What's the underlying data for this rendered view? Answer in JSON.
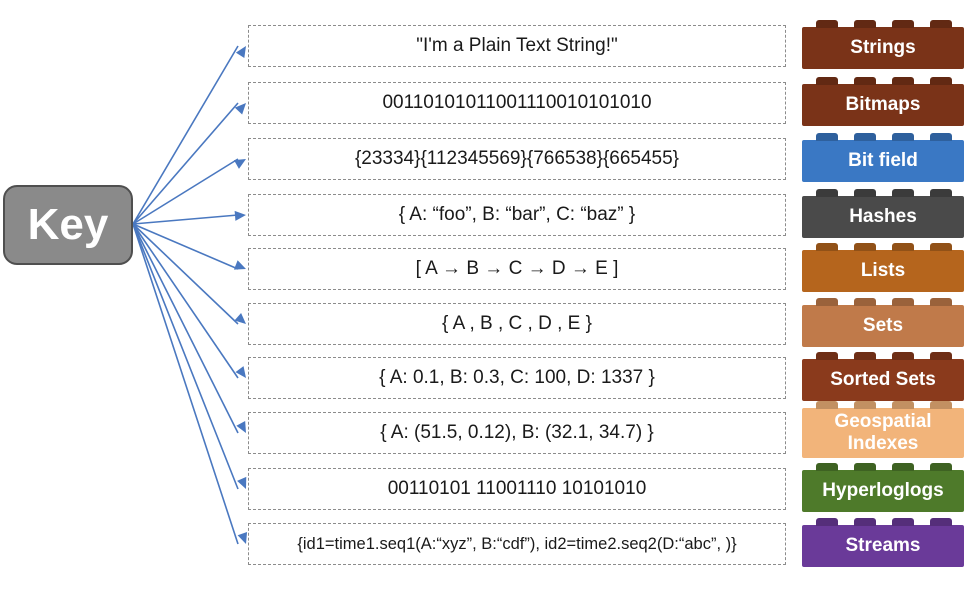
{
  "key": {
    "label": "Key"
  },
  "rows": [
    {
      "value": "\"I'm a Plain Text String!\"",
      "type": "Strings",
      "color": "#7a3318"
    },
    {
      "value": "00110101011001110010101010",
      "type": "Bitmaps",
      "color": "#7a3318"
    },
    {
      "value": "{23334}{112345569}{766538}{665455}",
      "type": "Bit field",
      "color": "#3a78c4"
    },
    {
      "value": "{ A: “foo”, B: “bar”, C: “baz”  }",
      "type": "Hashes",
      "color": "#4a4a4a"
    },
    {
      "value": "[ A → B → C → D → E ]",
      "type": "Lists",
      "color": "#b5651d"
    },
    {
      "value": "{  A , B , C , D , E  }",
      "type": "Sets",
      "color": "#c07a4a"
    },
    {
      "value": "{ A: 0.1, B: 0.3, C: 100, D: 1337 }",
      "type": "Sorted Sets",
      "color": "#8a3a1c"
    },
    {
      "value": "{ A: (51.5, 0.12), B: (32.1, 34.7)  }",
      "type": "Geospatial Indexes",
      "color": "#f2b47a"
    },
    {
      "value": "00110101 11001110 10101010",
      "type": "Hyperloglogs",
      "color": "#4e7a2a"
    },
    {
      "value": "{id1=time1.seq1(A:“xyz”, B:“cdf”), id2=time2.seq2(D:“abc”, )}",
      "type": "Streams",
      "color": "#6a3a99"
    }
  ],
  "arrow_color": "#4a78c0"
}
